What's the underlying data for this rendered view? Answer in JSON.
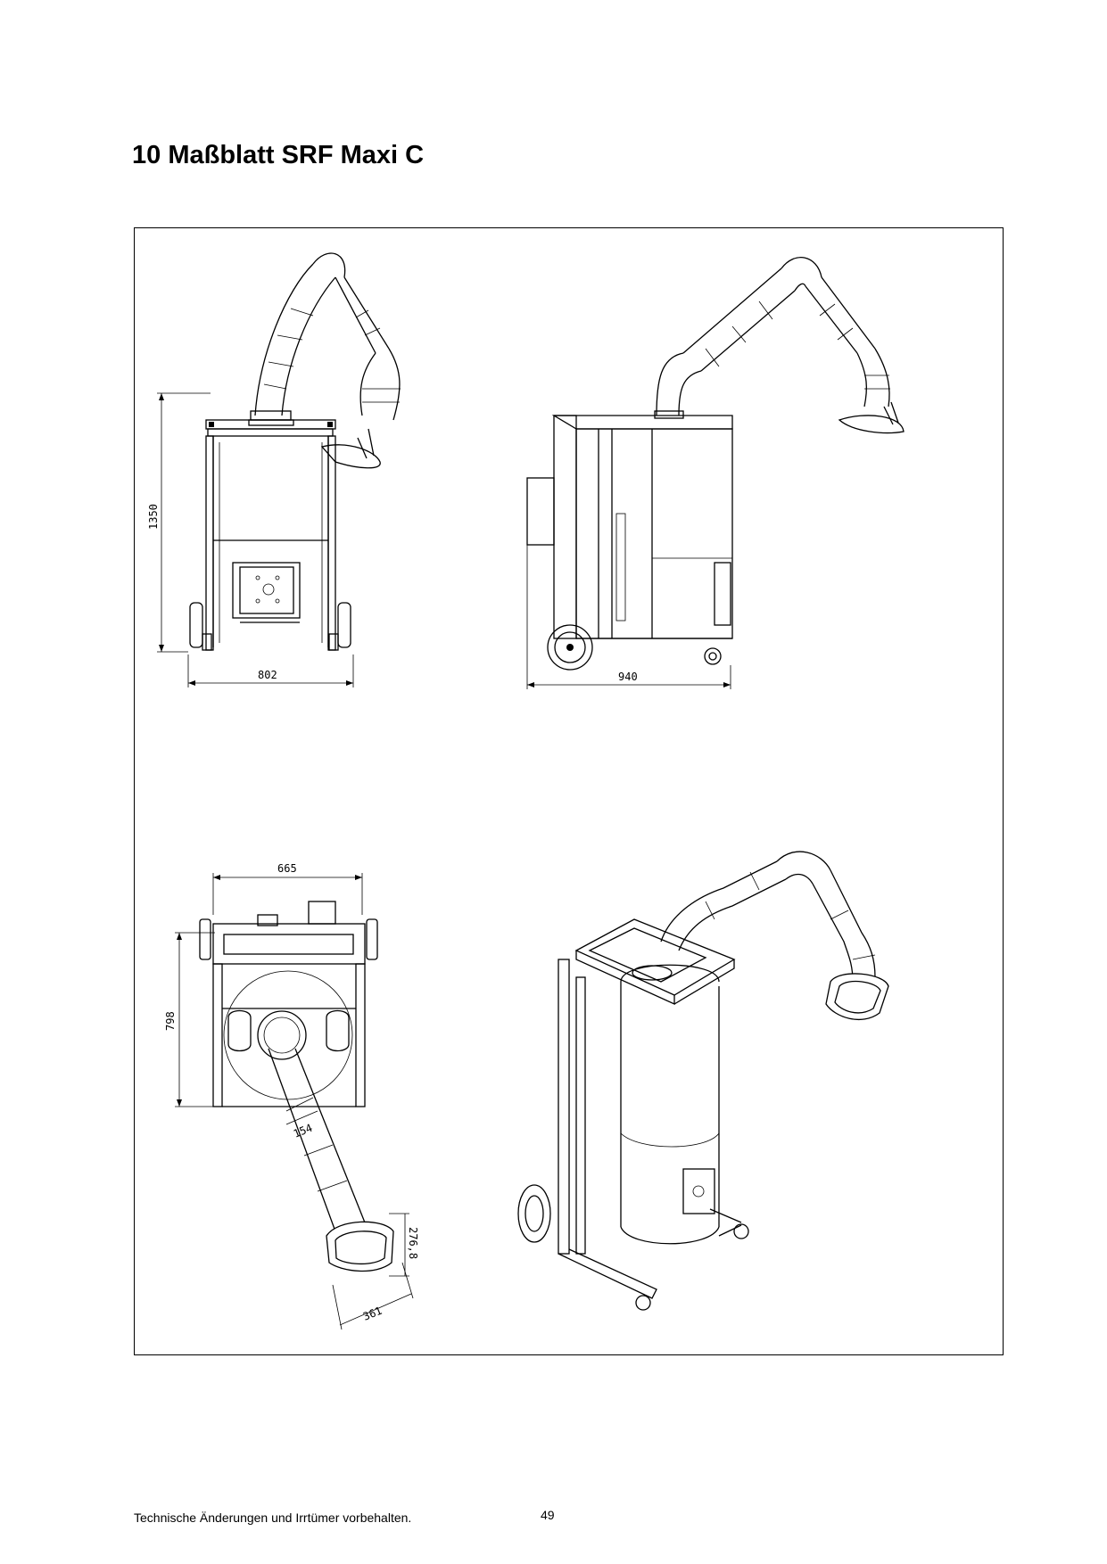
{
  "page": {
    "title": "10 Maßblatt SRF Maxi C",
    "footer_note": "Technische Änderungen und Irrtümer vorbehalten.",
    "page_number": "49"
  },
  "drawing": {
    "front_view": {
      "height_dim": "1350",
      "width_dim": "802"
    },
    "side_view": {
      "width_dim": "940"
    },
    "top_view": {
      "width_dim": "665",
      "depth_dim": "798",
      "arm_dim": "154",
      "hood_dim_a": "276,8",
      "hood_dim_b": "361"
    }
  }
}
